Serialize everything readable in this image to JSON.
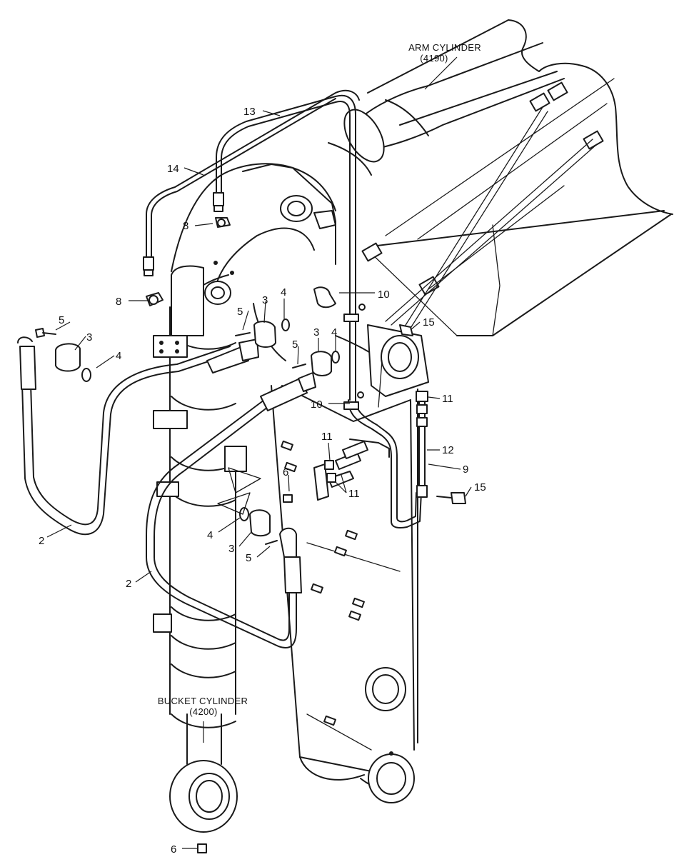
{
  "labels": {
    "arm_cylinder": {
      "name": "ARM CYLINDER",
      "code": "(4190)"
    },
    "bucket_cylinder": {
      "name": "BUCKET CYLINDER",
      "code": "(4200)"
    }
  },
  "callouts": [
    {
      "id": "c13",
      "num": "13"
    },
    {
      "id": "c14",
      "num": "14"
    },
    {
      "id": "c8a",
      "num": "8"
    },
    {
      "id": "c8b",
      "num": "8"
    },
    {
      "id": "c5a",
      "num": "5"
    },
    {
      "id": "c3a",
      "num": "3"
    },
    {
      "id": "c4a",
      "num": "4"
    },
    {
      "id": "c5b",
      "num": "5"
    },
    {
      "id": "c3b",
      "num": "3"
    },
    {
      "id": "c4b",
      "num": "4"
    },
    {
      "id": "c10a",
      "num": "10"
    },
    {
      "id": "c15a",
      "num": "15"
    },
    {
      "id": "c5c",
      "num": "5"
    },
    {
      "id": "c3c",
      "num": "3"
    },
    {
      "id": "c4c",
      "num": "4"
    },
    {
      "id": "c10b",
      "num": "10"
    },
    {
      "id": "c11a",
      "num": "11"
    },
    {
      "id": "c12",
      "num": "12"
    },
    {
      "id": "c11b",
      "num": "11"
    },
    {
      "id": "c9",
      "num": "9"
    },
    {
      "id": "c6a",
      "num": "6"
    },
    {
      "id": "c11c",
      "num": "11"
    },
    {
      "id": "c15b",
      "num": "15"
    },
    {
      "id": "c2a",
      "num": "2"
    },
    {
      "id": "c4d",
      "num": "4"
    },
    {
      "id": "c3d",
      "num": "3"
    },
    {
      "id": "c5d",
      "num": "5"
    },
    {
      "id": "c2b",
      "num": "2"
    },
    {
      "id": "c6b",
      "num": "6"
    }
  ]
}
